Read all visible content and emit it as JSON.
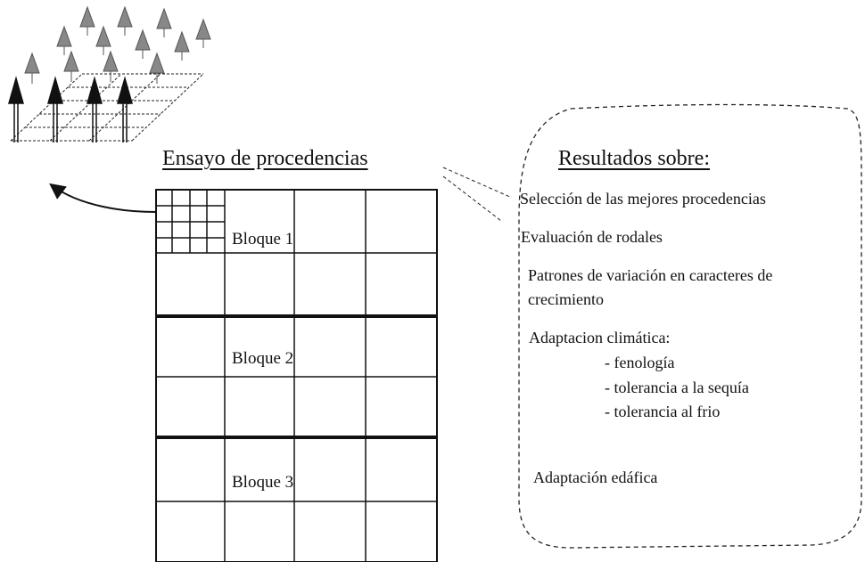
{
  "trial": {
    "title": "Ensayo de procedencias",
    "blocks": [
      "Bloque 1",
      "Bloque 2",
      "Bloque 3"
    ]
  },
  "results": {
    "title": "Resultados sobre:",
    "items": [
      "Selección de las mejores procedencias",
      "Evaluación de rodales",
      "Patrones de variación en caracteres de",
      "crecimiento",
      "Adaptacion  climática:",
      "- fenología",
      "- tolerancia a la sequía",
      "- tolerancia al frio",
      "Adaptación edáfica"
    ]
  }
}
